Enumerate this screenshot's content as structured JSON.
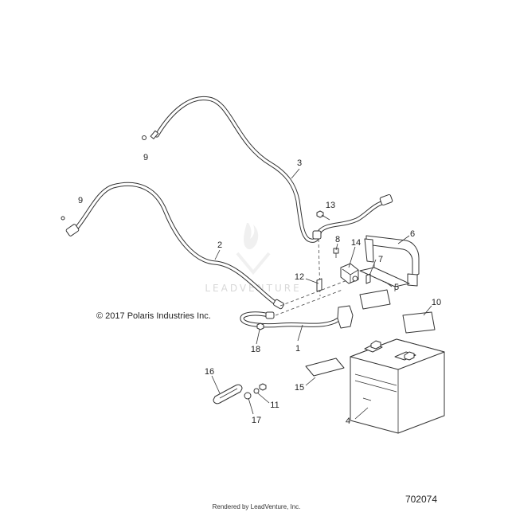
{
  "copyright": "© 2017 Polaris Industries Inc.",
  "diagram_id": "702074",
  "footer": "Rendered by LeadVenture, Inc.",
  "watermark": "LEADVENTURE",
  "callouts": {
    "c1": "1",
    "c2": "2",
    "c3": "3",
    "c4": "4",
    "c5": "5",
    "c6": "6",
    "c7": "7",
    "c8": "8",
    "c9a": "9",
    "c9b": "9",
    "c10": "10",
    "c11": "11",
    "c12": "12",
    "c13": "13",
    "c14": "14",
    "c15": "15",
    "c16": "16",
    "c17": "17",
    "c18": "18"
  }
}
